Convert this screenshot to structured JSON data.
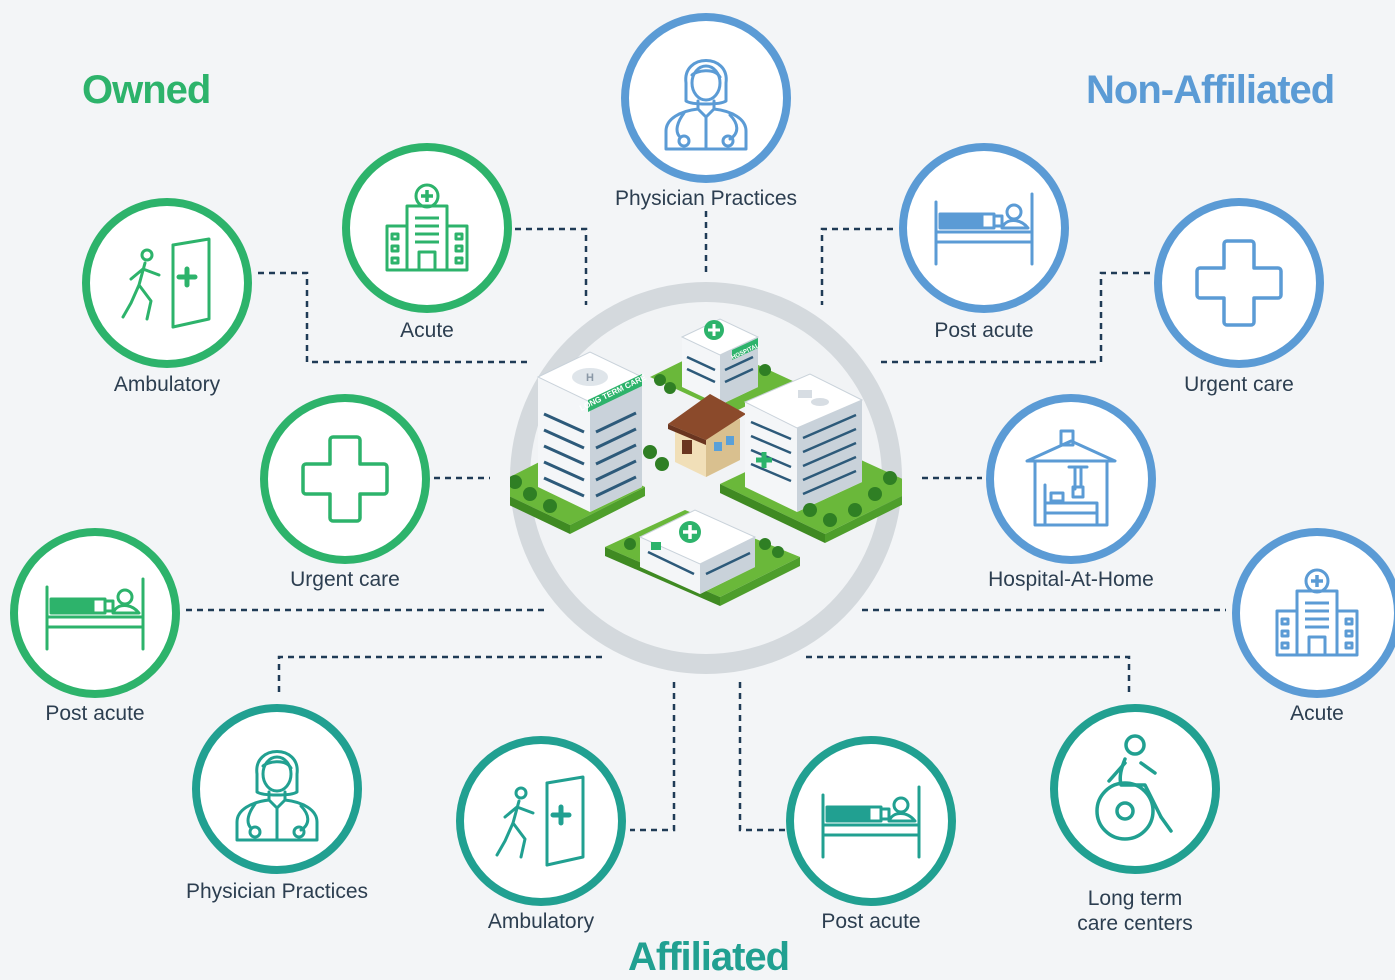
{
  "groups": {
    "owned": {
      "title": "Owned",
      "color": "#2db36b"
    },
    "non_affiliated": {
      "title": "Non-Affiliated",
      "color": "#5b9bd5"
    },
    "affiliated": {
      "title": "Affiliated",
      "color": "#21a091"
    }
  },
  "nodes": {
    "owned_ambulatory": {
      "label": "Ambulatory",
      "icon": "door-walk-icon"
    },
    "owned_acute": {
      "label": "Acute",
      "icon": "hospital-building-icon"
    },
    "owned_urgent_care": {
      "label": "Urgent care",
      "icon": "medical-cross-icon"
    },
    "owned_post_acute": {
      "label": "Post acute",
      "icon": "hospital-bed-icon"
    },
    "top_physician_practices": {
      "label": "Physician Practices",
      "icon": "physician-icon"
    },
    "nonaff_post_acute": {
      "label": "Post acute",
      "icon": "hospital-bed-icon"
    },
    "nonaff_urgent_care": {
      "label": "Urgent care",
      "icon": "medical-cross-icon"
    },
    "nonaff_hospital_at_home": {
      "label": "Hospital-At-Home",
      "icon": "house-bed-icon"
    },
    "nonaff_acute": {
      "label": "Acute",
      "icon": "hospital-building-icon"
    },
    "aff_physician_practices": {
      "label": "Physician Practices",
      "icon": "physician-icon"
    },
    "aff_ambulatory": {
      "label": "Ambulatory",
      "icon": "door-walk-icon"
    },
    "aff_post_acute": {
      "label": "Post acute",
      "icon": "hospital-bed-icon"
    },
    "aff_long_term_care": {
      "label_line1": "Long term",
      "label_line2": "care centers",
      "icon": "wheelchair-icon"
    }
  },
  "center": {
    "signs": [
      "LONG TERM CARE",
      "HOSPITAL"
    ],
    "icon": "healthcare-campus-illustration"
  }
}
